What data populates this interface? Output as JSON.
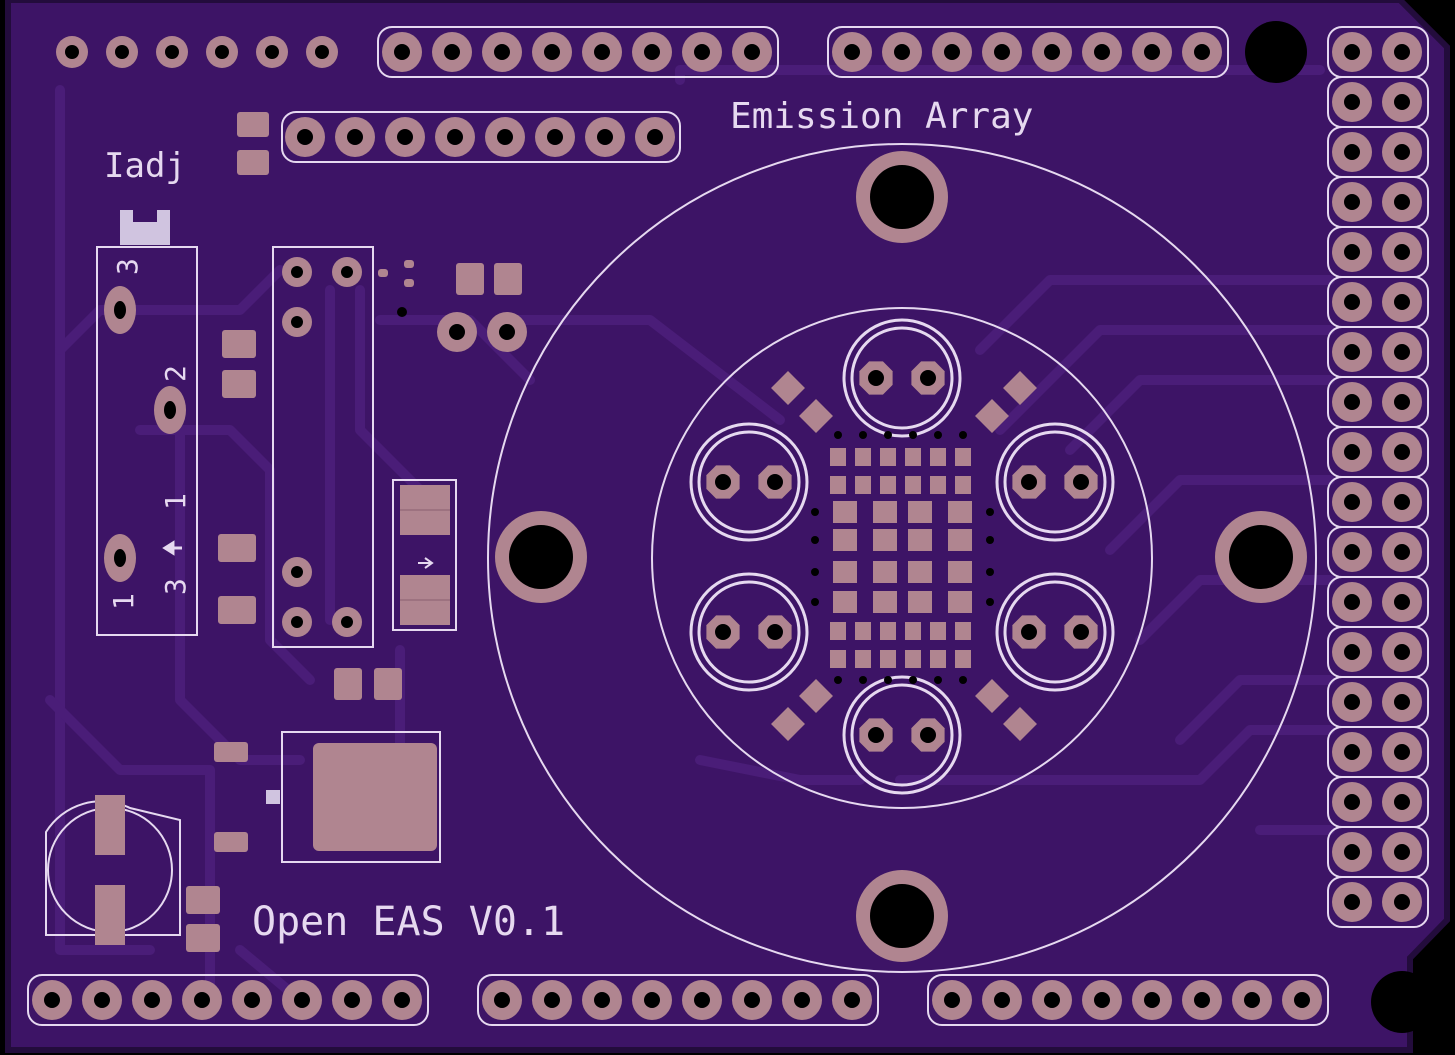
{
  "board": {
    "title": "Open EAS V0.1",
    "array_label": "Emission Array",
    "pot_label": "Iadj",
    "pot_pin_labels": [
      "3",
      "2",
      "1",
      "3",
      "1"
    ],
    "colors": {
      "substrate": "#3d1466",
      "trace": "#4a1d78",
      "copper": "#b08590",
      "silk": "#e6d9f0",
      "drill": "#000000",
      "edge": "#1a0a2a"
    }
  }
}
